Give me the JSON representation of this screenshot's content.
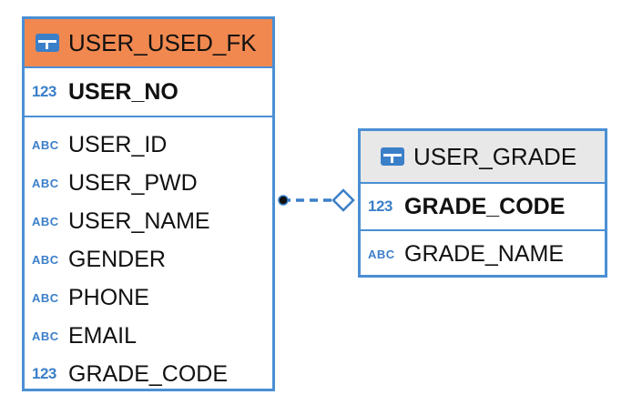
{
  "entities": [
    {
      "name": "USER_USED_FK",
      "pk": [
        {
          "type": "123",
          "name": "USER_NO"
        }
      ],
      "columns": [
        {
          "type": "ABC",
          "name": "USER_ID"
        },
        {
          "type": "ABC",
          "name": "USER_PWD"
        },
        {
          "type": "ABC",
          "name": "USER_NAME"
        },
        {
          "type": "ABC",
          "name": "GENDER"
        },
        {
          "type": "ABC",
          "name": "PHONE"
        },
        {
          "type": "ABC",
          "name": "EMAIL"
        },
        {
          "type": "123",
          "name": "GRADE_CODE"
        }
      ],
      "header_color": "#f0884f"
    },
    {
      "name": "USER_GRADE",
      "pk": [
        {
          "type": "123",
          "name": "GRADE_CODE"
        }
      ],
      "columns": [
        {
          "type": "ABC",
          "name": "GRADE_NAME"
        }
      ],
      "header_color": "#e8e8e8"
    }
  ],
  "icons": {
    "table": "table-icon",
    "numeric": "numeric-type-icon",
    "text": "text-type-icon"
  },
  "colors": {
    "border": "#4a8fd4",
    "icon": "#3b7fc8",
    "relationship": "#3b7fc8"
  },
  "relationship": {
    "from": "USER_USED_FK",
    "to": "USER_GRADE",
    "style": "dashed",
    "from_end": "filled-dot",
    "to_end": "hollow-diamond"
  }
}
